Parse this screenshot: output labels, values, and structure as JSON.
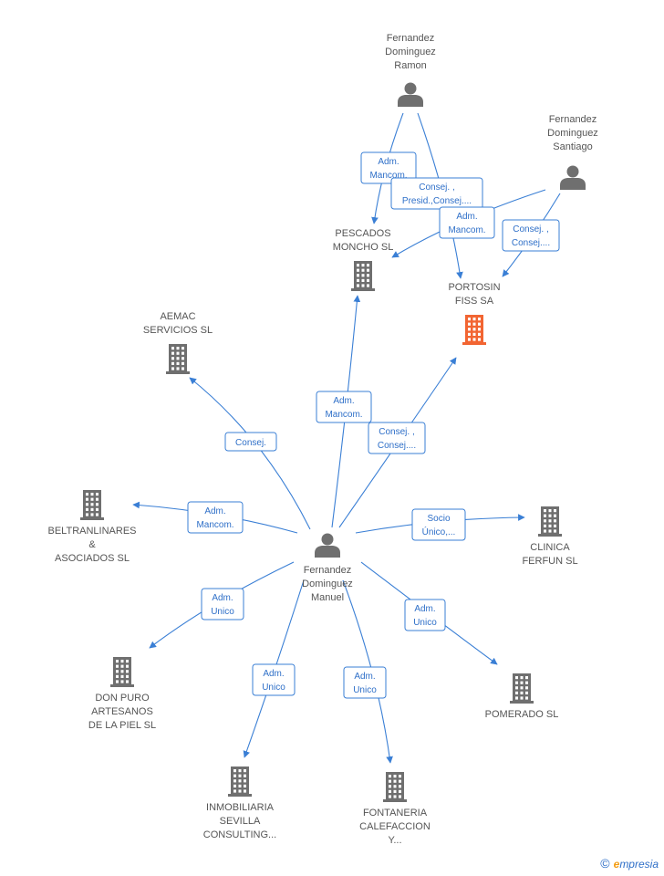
{
  "colors": {
    "edge": "#3a7fd5",
    "badge_text": "#2e6fc8",
    "node_gray": "#6f6f6f",
    "highlight": "#f26532",
    "label": "#555555"
  },
  "nodes": {
    "ramon": {
      "type": "person",
      "label": [
        "Fernandez",
        "Dominguez",
        "Ramon"
      ]
    },
    "santiago": {
      "type": "person",
      "label": [
        "Fernandez",
        "Dominguez",
        "Santiago"
      ]
    },
    "manuel": {
      "type": "person",
      "label": [
        "Fernandez",
        "Dominguez",
        "Manuel"
      ]
    },
    "pescados": {
      "type": "company",
      "label": [
        "PESCADOS",
        "MONCHO SL"
      ]
    },
    "portosin": {
      "type": "company",
      "highlight": true,
      "label": [
        "PORTOSIN",
        "FISS SA"
      ]
    },
    "aemac": {
      "type": "company",
      "label": [
        "AEMAC",
        "SERVICIOS SL"
      ]
    },
    "beltran": {
      "type": "company",
      "label": [
        "BELTRANLINARES",
        "&",
        "ASOCIADOS SL"
      ]
    },
    "clinica": {
      "type": "company",
      "label": [
        "CLINICA",
        "FERFUN SL"
      ]
    },
    "donpuro": {
      "type": "company",
      "label": [
        "DON PURO",
        "ARTESANOS",
        "DE LA PIEL SL"
      ]
    },
    "pomerado": {
      "type": "company",
      "label": [
        "POMERADO SL"
      ]
    },
    "inmobiliaria": {
      "type": "company",
      "label": [
        "INMOBILIARIA",
        "SEVILLA",
        "CONSULTING..."
      ]
    },
    "fontaneria": {
      "type": "company",
      "label": [
        "FONTANERIA",
        "CALEFACCION",
        "Y..."
      ]
    }
  },
  "edges": [
    {
      "from": "ramon",
      "to": "pescados",
      "label": [
        "Adm.",
        "Mancom."
      ]
    },
    {
      "from": "ramon",
      "to": "portosin",
      "label": [
        "Consej. ,",
        "Presid.,Consej...."
      ]
    },
    {
      "from": "santiago",
      "to": "pescados",
      "label": [
        "Adm.",
        "Mancom."
      ]
    },
    {
      "from": "santiago",
      "to": "portosin",
      "label": [
        "Consej. ,",
        "Consej...."
      ]
    },
    {
      "from": "manuel",
      "to": "aemac",
      "label": [
        "Consej."
      ]
    },
    {
      "from": "manuel",
      "to": "pescados",
      "label": [
        "Adm.",
        "Mancom."
      ]
    },
    {
      "from": "manuel",
      "to": "portosin",
      "label": [
        "Consej. ,",
        "Consej...."
      ]
    },
    {
      "from": "manuel",
      "to": "beltran",
      "label": [
        "Adm.",
        "Mancom."
      ]
    },
    {
      "from": "manuel",
      "to": "clinica",
      "label": [
        "Socio",
        "Único,..."
      ]
    },
    {
      "from": "manuel",
      "to": "donpuro",
      "label": [
        "Adm.",
        "Unico"
      ]
    },
    {
      "from": "manuel",
      "to": "pomerado",
      "label": [
        "Adm.",
        "Unico"
      ]
    },
    {
      "from": "manuel",
      "to": "inmobiliaria",
      "label": [
        "Adm.",
        "Unico"
      ]
    },
    {
      "from": "manuel",
      "to": "fontaneria",
      "label": [
        "Adm.",
        "Unico"
      ]
    }
  ],
  "footer": {
    "copyright": "©",
    "brand_first": "e",
    "brand_rest": "mpresia"
  }
}
